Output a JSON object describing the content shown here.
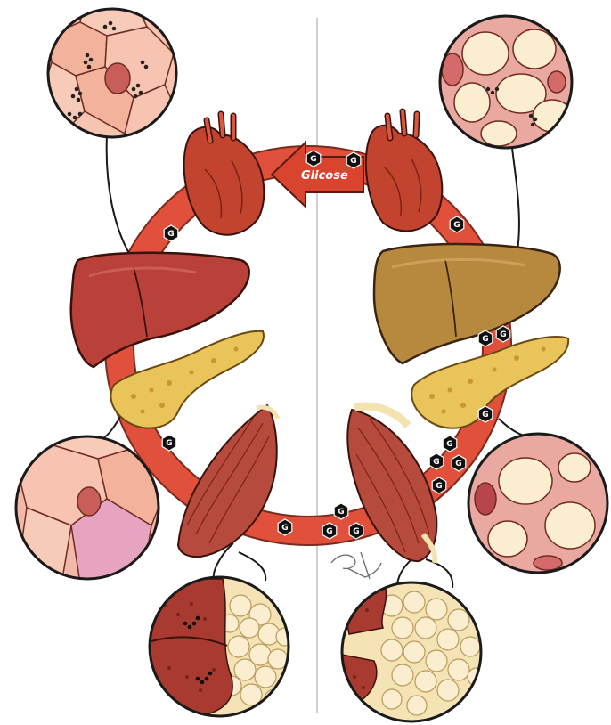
{
  "diagram": {
    "arrow_label": "Glicose",
    "molecule_symbol": "G",
    "artist_signature": "Rita Maria"
  },
  "colors": {
    "cycle_ring": "#e0503a",
    "healthy_liver": "#b9413a",
    "fatty_liver": "#b7893e",
    "pancreas": "#e8c45a",
    "muscle": "#b64a3c",
    "heart": "#c2442f",
    "adipocyte": "#fbeed0",
    "cell_pink": "#f3b9a8",
    "divider": "#cfcfcf"
  }
}
